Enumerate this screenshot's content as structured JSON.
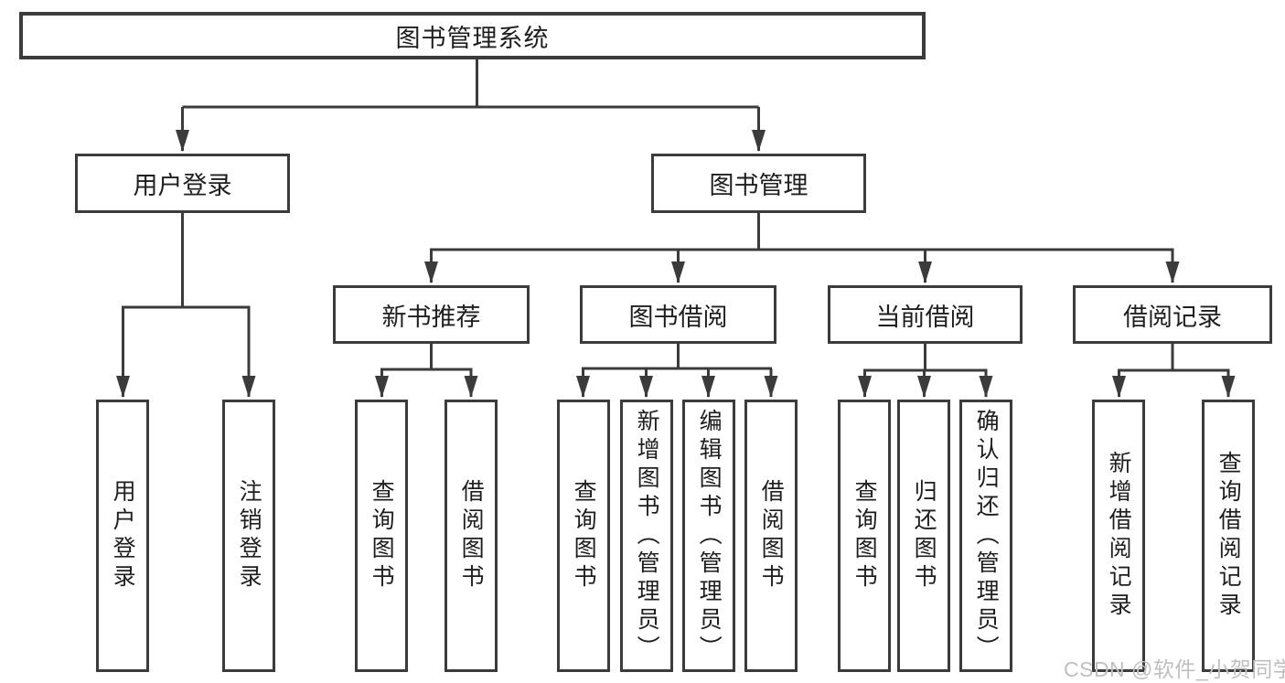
{
  "diagram": {
    "root": "图书管理系统",
    "level2": [
      "用户登录",
      "图书管理"
    ],
    "level3": [
      "新书推荐",
      "图书借阅",
      "当前借阅",
      "借阅记录"
    ],
    "leaves": {
      "user": [
        "用户登录",
        "注销登录"
      ],
      "recommend": [
        "查询图书",
        "借阅图书"
      ],
      "borrow": [
        "查询图书",
        "新增图书（管理员）",
        "编辑图书（管理员）",
        "借阅图书"
      ],
      "current": [
        "查询图书",
        "归还图书",
        "确认归还（管理员）"
      ],
      "records": [
        "新增借阅记录",
        "查询借阅记录"
      ]
    }
  },
  "watermark": {
    "text": "CSDN @软件_小贺同学",
    "color": "#bfbfbf"
  },
  "colors": {
    "line": "#3b3b3b",
    "text": "#1e1e1e",
    "node_background": "#ffffff",
    "page_background": "#ffffff"
  }
}
